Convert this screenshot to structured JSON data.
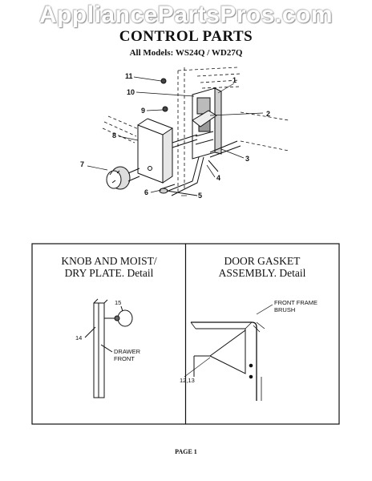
{
  "watermark": "AppliancePartsPros.com",
  "title": "CONTROL PARTS",
  "subtitle": "All Models: WS24Q / WD27Q",
  "callouts": [
    "1",
    "2",
    "3",
    "4",
    "5",
    "6",
    "7",
    "8",
    "9",
    "10",
    "11"
  ],
  "panels": {
    "left": {
      "title_line1": "KNOB AND MOIST/",
      "title_line2": "DRY PLATE.  Detail",
      "label_14": "14",
      "label_15": "15",
      "drawer_label_line1": "DRAWER",
      "drawer_label_line2": "FRONT"
    },
    "right": {
      "title_line1": "DOOR GASKET",
      "title_line2": "ASSEMBLY.  Detail",
      "front_frame_line1": "FRONT FRAME",
      "front_frame_line2": "BRUSH",
      "label_12_13": "12,13"
    }
  },
  "page": "PAGE 1"
}
